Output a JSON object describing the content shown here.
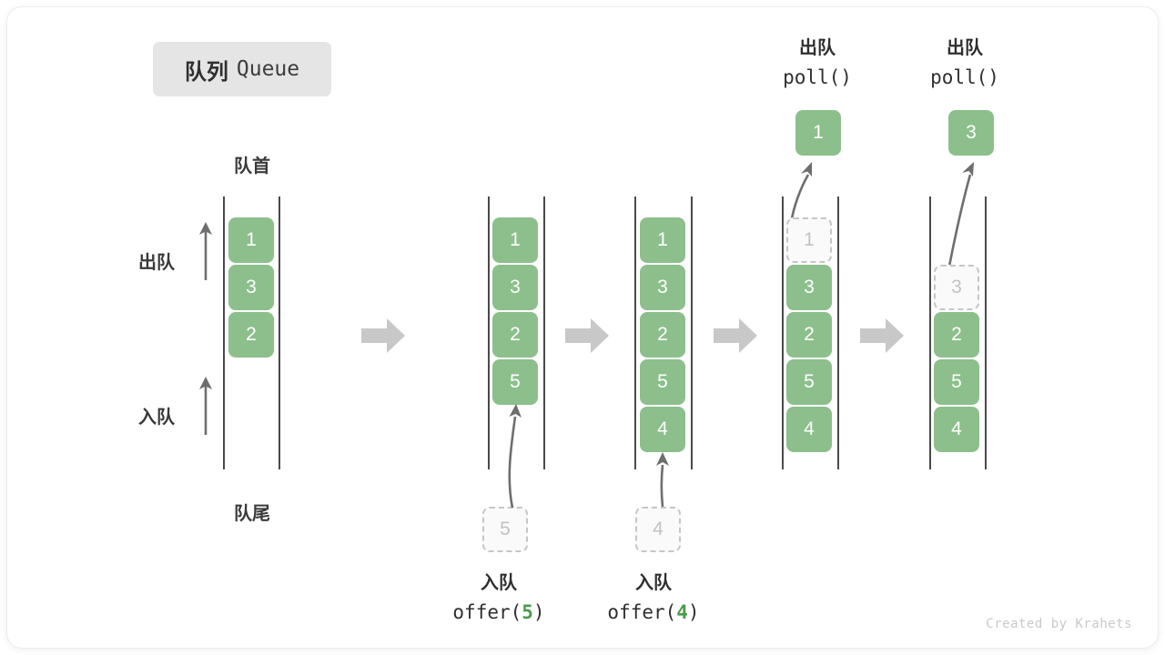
{
  "title": {
    "cn": "队列",
    "en": "Queue"
  },
  "axis_labels": {
    "head": "队首",
    "tail": "队尾",
    "dequeue": "出队",
    "enqueue": "入队"
  },
  "watermark": "Created by Krahets",
  "colors": {
    "cell_fill": "#8cbf8c",
    "cell_text": "#ffffff",
    "ghost_border": "#c6c6c6",
    "ghost_text": "#c2c2c2",
    "rail": "#4a4a4a",
    "arrow": "#6e6e6e",
    "block_arrow": "#c8c8c8",
    "accent_code_number": "#4c9a4c",
    "badge_bg": "#e5e5e5"
  },
  "stages": [
    {
      "name": "initial",
      "cells": [
        {
          "value": "1",
          "state": "filled"
        },
        {
          "value": "3",
          "state": "filled"
        },
        {
          "value": "2",
          "state": "filled"
        }
      ]
    },
    {
      "name": "after-offer-5",
      "cells": [
        {
          "value": "1",
          "state": "filled"
        },
        {
          "value": "3",
          "state": "filled"
        },
        {
          "value": "2",
          "state": "filled"
        },
        {
          "value": "5",
          "state": "filled"
        }
      ],
      "incoming": {
        "value": "5",
        "state": "ghost"
      },
      "caption": {
        "cn": "入队",
        "code_prefix": "offer(",
        "code_number": "5",
        "code_suffix": ")"
      }
    },
    {
      "name": "after-offer-4",
      "cells": [
        {
          "value": "1",
          "state": "filled"
        },
        {
          "value": "3",
          "state": "filled"
        },
        {
          "value": "2",
          "state": "filled"
        },
        {
          "value": "5",
          "state": "filled"
        },
        {
          "value": "4",
          "state": "filled"
        }
      ],
      "incoming": {
        "value": "4",
        "state": "ghost"
      },
      "caption": {
        "cn": "入队",
        "code_prefix": "offer(",
        "code_number": "4",
        "code_suffix": ")"
      }
    },
    {
      "name": "after-poll-1",
      "cells": [
        {
          "value": "1",
          "state": "ghost"
        },
        {
          "value": "3",
          "state": "filled"
        },
        {
          "value": "2",
          "state": "filled"
        },
        {
          "value": "5",
          "state": "filled"
        },
        {
          "value": "4",
          "state": "filled"
        }
      ],
      "outgoing": {
        "value": "1",
        "state": "filled"
      },
      "caption": {
        "cn": "出队",
        "code": "poll()"
      }
    },
    {
      "name": "after-poll-3",
      "cells": [
        {
          "value": "3",
          "state": "ghost"
        },
        {
          "value": "2",
          "state": "filled"
        },
        {
          "value": "5",
          "state": "filled"
        },
        {
          "value": "4",
          "state": "filled"
        }
      ],
      "outgoing": {
        "value": "3",
        "state": "filled"
      },
      "caption": {
        "cn": "出队",
        "code": "poll()"
      }
    }
  ]
}
